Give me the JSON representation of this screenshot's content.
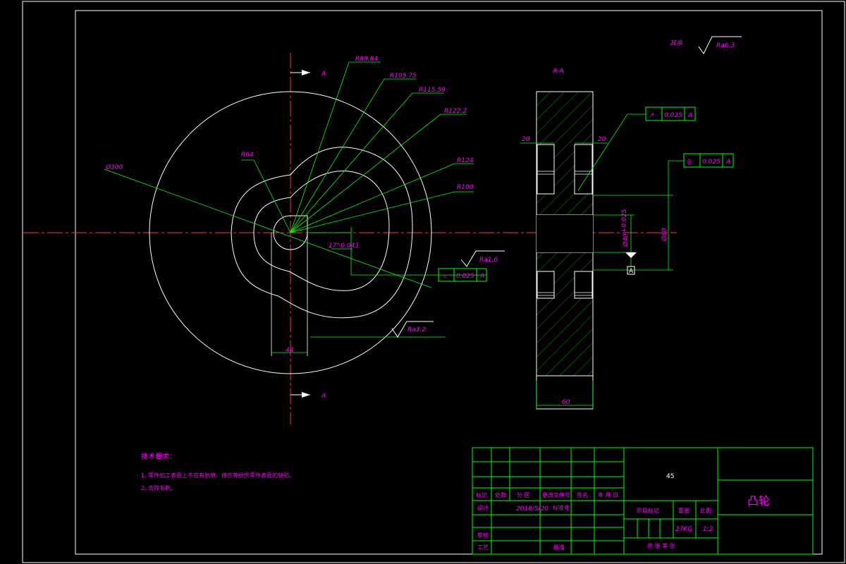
{
  "roughness_general": {
    "label": "其余",
    "value": "Ra6.3"
  },
  "section_label": "A-A",
  "section_marks": {
    "top": "A",
    "bottom": "A"
  },
  "cam_view": {
    "diameter": "Ø300",
    "r1": "R88.84",
    "r2": "R105.75",
    "r3": "R115.59",
    "r4": "R122.2",
    "r5": "R124",
    "r6": "R100",
    "r7": "R64",
    "angle": "17°",
    "angle_tol": "-0.043",
    "width": "44",
    "ra_face": "Ra1.6",
    "ra_bore": "Ra3.2",
    "flatness": {
      "symbol": "⌯",
      "value": "0.025",
      "datum": "A"
    }
  },
  "section_view": {
    "groove_left": "20",
    "groove_right": "20",
    "thickness": "60",
    "bore": "Ø40",
    "bore_tol": "+0.025",
    "hub": "Ø80",
    "datum": "A",
    "runout": {
      "symbol": "↗",
      "value": "0.025",
      "datum": "A"
    },
    "concentricity": {
      "symbol": "◎",
      "value": "0.025",
      "datum": "A"
    }
  },
  "tech_req": {
    "title": "技术要求：",
    "items": [
      "1. 零件加工表面上不应有划痕、擦伤等损伤零件表面的缺陷。",
      "2. 去除毛刺。"
    ]
  },
  "title_block": {
    "material": "45",
    "part_name": "凸轮",
    "headers": [
      "标记",
      "处数",
      "分 区",
      "更改文件号",
      "签名",
      "年 月 日"
    ],
    "design_label": "设计",
    "design_date": "2018/5/20",
    "standard_label": "标准化",
    "check_label": "审核",
    "process_label": "工艺",
    "approve_label": "批准",
    "stage_label": "阶段标记",
    "weight_label": "重量",
    "scale_label": "比例",
    "weight": "27KG",
    "scale": "1:2",
    "sheets": "共  张 第  张"
  }
}
